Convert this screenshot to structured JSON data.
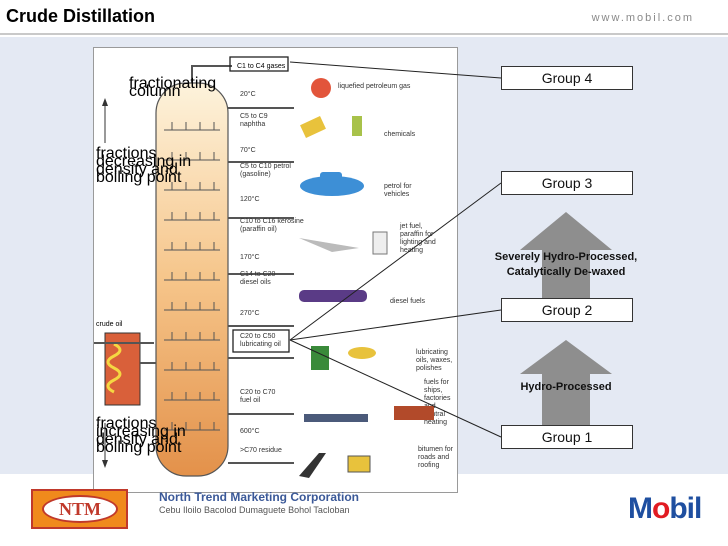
{
  "header": {
    "title": "Crude Distillation",
    "url": "www.mobil.com"
  },
  "diagram": {
    "top_product": "C1 to C4 gases",
    "column_label": [
      "fractionating",
      "column"
    ],
    "fractions_up_label": [
      "fractions",
      "decreasing in",
      "density and",
      "boiling point"
    ],
    "fractions_down_label": [
      "fractions",
      "increasing in",
      "density and",
      "boiling point"
    ],
    "crude_oil_label": "crude oil",
    "temperatures": [
      "20°C",
      "70°C",
      "120°C",
      "170°C",
      "270°C",
      "600°C"
    ],
    "fractions": [
      [
        "C5 to C9",
        "naphtha"
      ],
      [
        "C5 to C10 petrol",
        "(gasoline)"
      ],
      [
        "C10 to C16 kerosine",
        "(paraffin oil)"
      ],
      [
        "C14 to C20",
        "diesel oils"
      ],
      [
        "C20 to C50",
        "lubricating oil"
      ],
      [
        "C20 to C70",
        "fuel oil"
      ],
      [
        ">C70 residue"
      ]
    ],
    "uses": [
      [
        "liquefied petroleum gas"
      ],
      [
        "chemicals"
      ],
      [
        "petrol for",
        "vehicles"
      ],
      [
        "jet fuel,",
        "paraffin for",
        "lighting and",
        "heating"
      ],
      [
        "diesel fuels"
      ],
      [
        "lubricating",
        "oils, waxes,",
        "polishes"
      ],
      [
        "fuels for",
        "ships,",
        "factories",
        "and",
        "central",
        "heating"
      ],
      [
        "bitumen for",
        "roads and",
        "roofing"
      ]
    ]
  },
  "groups": [
    "Group 4",
    "Group 3",
    "Group 2",
    "Group 1"
  ],
  "process_labels": {
    "severe": [
      "Severely Hydro-Processed,",
      "Catalytically De-waxed"
    ],
    "hydro": "Hydro-Processed"
  },
  "footer": {
    "ntm_logo": "NTM",
    "company": "North Trend Marketing Corporation",
    "cities": "Cebu Iloilo Bacolod Dumaguete Bohol Tacloban",
    "mobil_logo": "Mobil"
  },
  "colors": {
    "panel": "#e4e9f3",
    "arrow": "#8e8e8e",
    "column_top": "#fdf3dc",
    "column_bottom": "#e69a4a",
    "mobil_blue": "#1f4fa0",
    "mobil_red": "#e11b22"
  }
}
